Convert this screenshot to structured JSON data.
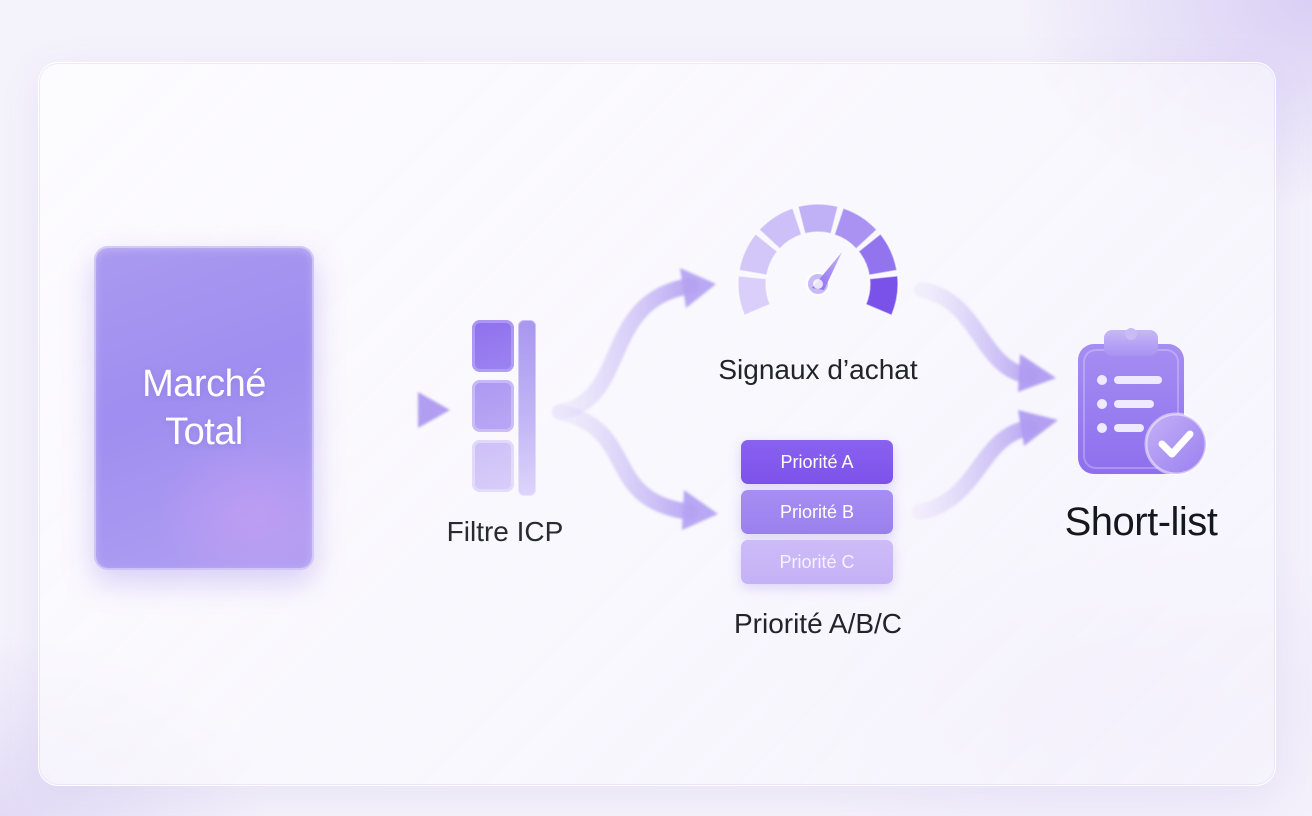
{
  "diagram": {
    "market": {
      "label": "Marché Total"
    },
    "icp": {
      "label": "Filtre ICP"
    },
    "signals": {
      "label": "Signaux d’achat"
    },
    "priorities": {
      "items": [
        "Priorité A",
        "Priorité B",
        "Priorité C"
      ],
      "label": "Priorité A/B/C"
    },
    "shortlist": {
      "label": "Short-list"
    }
  },
  "colors": {
    "accent": "#7c52ea",
    "accent_light": "#a99af0",
    "background": "#f4f2fb",
    "text": "#23232b"
  },
  "icons": {
    "gauge": "speedometer-icon",
    "shortlist": "clipboard-check-icon",
    "filter": "filter-icon"
  }
}
